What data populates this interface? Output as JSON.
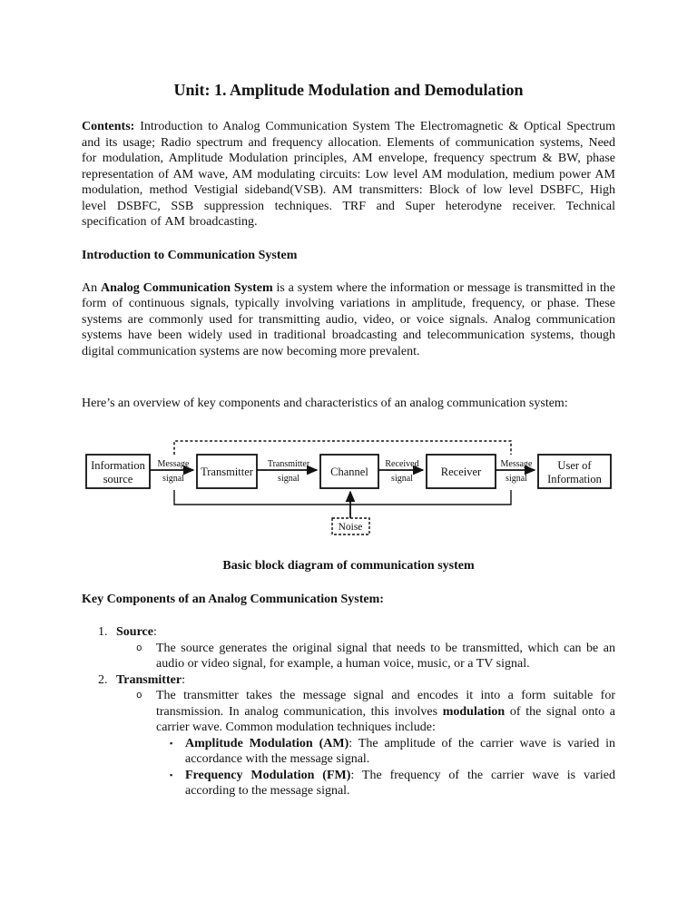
{
  "title": "Unit: 1. Amplitude Modulation and Demodulation",
  "paragraphs": {
    "contents": [
      {
        "t": "Contents:",
        "b": true
      },
      {
        "t": " Introduction to Analog Communication System The Electromagnetic & Optical Spectrum and its usage; Radio spectrum and frequency allocation. Elements of communication systems, Need for modulation, Amplitude Modulation principles, AM envelope, frequency spectrum & BW, phase representation of AM wave, AM modulating circuits: Low level AM modulation, medium power AM modulation, method Vestigial sideband(VSB). AM transmitters: Block of low level DSBFC, High level DSBFC, SSB suppression techniques. TRF and Super heterodyne receiver. Technical specification of AM broadcasting.",
        "b": false
      }
    ],
    "intro_heading": "Introduction to Communication System",
    "analog": [
      {
        "t": "An ",
        "b": false
      },
      {
        "t": "Analog Communication System",
        "b": true
      },
      {
        "t": " is a system where the information or message is transmitted in the form of continuous signals, typically involving variations in amplitude, frequency, or phase. These systems are commonly used for transmitting audio, video, or voice signals. Analog communication systems have been widely used in traditional broadcasting and telecommunication systems, though digital communication systems are now becoming more prevalent.",
        "b": false
      }
    ],
    "overview": "Here’s an overview of key components and characteristics of an analog communication system:"
  },
  "diagram": {
    "caption": "Basic block diagram of communication system",
    "boxes": {
      "information_source": {
        "line1": "Information",
        "line2": "source"
      },
      "transmitter": {
        "label": "Transmitter"
      },
      "channel": {
        "label": "Channel"
      },
      "receiver": {
        "label": "Receiver"
      },
      "user_of_information": {
        "line1": "User of",
        "line2": "Information"
      },
      "noise": {
        "label": "Noise"
      }
    },
    "signals": {
      "message1": {
        "line1": "Message",
        "line2": "signal"
      },
      "transmitter_signal": {
        "line1": "Transmitter",
        "line2": "signal"
      },
      "received": {
        "line1": "Received",
        "line2": "signal"
      },
      "message2": {
        "line1": "Message",
        "line2": "signal"
      }
    }
  },
  "key_heading": "Key Components of an Analog Communication System:",
  "list": {
    "item1": {
      "marker": "1.",
      "title": [
        {
          "t": "Source",
          "b": true
        },
        {
          "t": ":",
          "b": false
        }
      ],
      "sub_marker": "o",
      "sub": [
        {
          "t": "The source generates the original signal that needs to be transmitted, which can be an audio or video signal, for example, a human voice, music, or a TV signal.",
          "b": false
        }
      ]
    },
    "item2": {
      "marker": "2.",
      "title": [
        {
          "t": "Transmitter",
          "b": true
        },
        {
          "t": ":",
          "b": false
        }
      ],
      "sub_marker": "o",
      "sub": [
        {
          "t": "The transmitter takes the message signal and encodes it into a form suitable for transmission. In analog communication, this involves ",
          "b": false
        },
        {
          "t": "modulation",
          "b": true
        },
        {
          "t": " of the signal onto a carrier wave. Common modulation techniques include:",
          "b": false
        }
      ],
      "bullet1_marker": "▪",
      "bullet1": [
        {
          "t": "Amplitude Modulation (AM)",
          "b": true
        },
        {
          "t": ": The amplitude of the carrier wave is varied in accordance with the message signal.",
          "b": false
        }
      ],
      "bullet2_marker": "▪",
      "bullet2": [
        {
          "t": "Frequency Modulation (FM)",
          "b": true
        },
        {
          "t": ": The frequency of the carrier wave is varied according to the message signal.",
          "b": false
        }
      ]
    }
  }
}
